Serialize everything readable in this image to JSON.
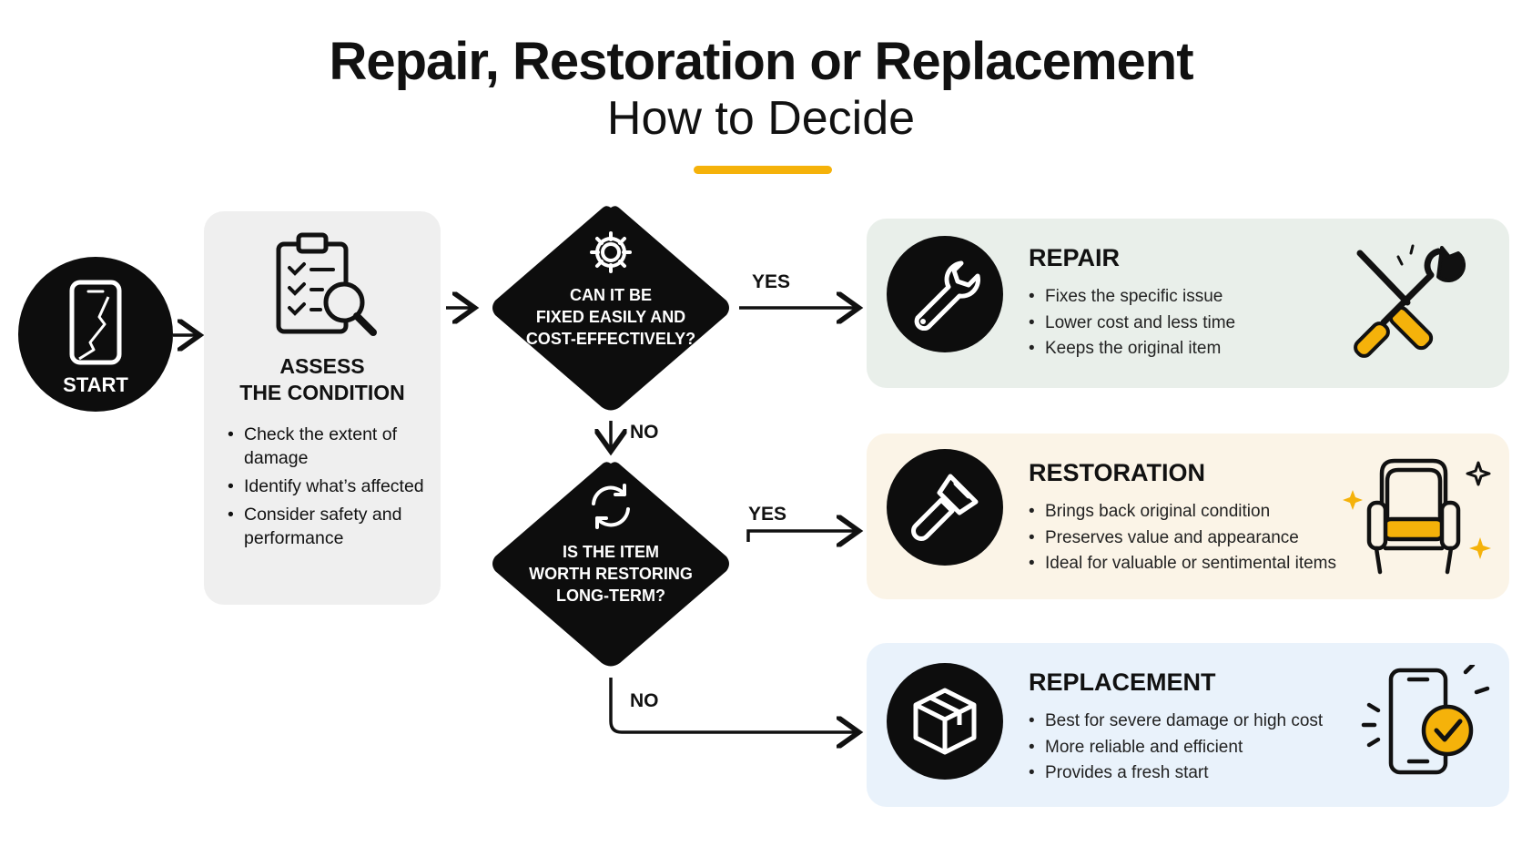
{
  "header": {
    "title": "Repair, Restoration or Replacement",
    "subtitle": "How to Decide"
  },
  "start": {
    "label": "START",
    "icon": "cracked-phone-icon"
  },
  "assess": {
    "icon": "clipboard-magnifier-icon",
    "title_line1": "ASSESS",
    "title_line2": "THE CONDITION",
    "bullets": [
      "Check the extent of damage",
      "Identify what’s affected",
      "Consider safety and performance"
    ]
  },
  "decision1": {
    "icon": "gear-icon",
    "lines": [
      "CAN IT BE",
      "FIXED EASILY AND",
      "COST-EFFECTIVELY?"
    ],
    "yes_label": "YES",
    "no_label": "NO"
  },
  "decision2": {
    "icon": "refresh-icon",
    "lines": [
      "IS THE ITEM",
      "WORTH RESTORING",
      "LONG-TERM?"
    ],
    "yes_label": "YES",
    "no_label": "NO"
  },
  "outcomes": [
    {
      "title": "REPAIR",
      "icon": "wrench-icon",
      "illustration": "crossed-tools-icon",
      "bullets": [
        "Fixes the specific issue",
        "Lower cost and less time",
        "Keeps the original item"
      ],
      "bg": "#e9efea"
    },
    {
      "title": "RESTORATION",
      "icon": "paintbrush-icon",
      "illustration": "armchair-sparkle-icon",
      "bullets": [
        "Brings back original condition",
        "Preserves value and appearance",
        "Ideal for valuable or sentimental items"
      ],
      "bg": "#fbf4e7"
    },
    {
      "title": "REPLACEMENT",
      "icon": "box-icon",
      "illustration": "phone-check-icon",
      "bullets": [
        "Best for severe damage or high cost",
        "More reliable and efficient",
        "Provides a fresh start"
      ],
      "bg": "#e9f2fb"
    }
  ],
  "colors": {
    "accent": "#F5B20A",
    "dark": "#0d0d0d"
  }
}
